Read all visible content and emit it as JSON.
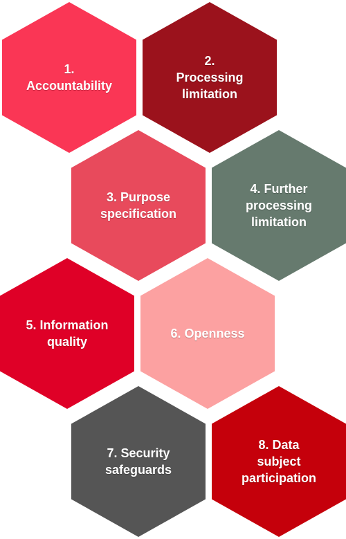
{
  "principles": [
    {
      "label": "1.\nAccountability",
      "color": "#fa3655"
    },
    {
      "label": "2.\nProcessing\nlimitation",
      "color": "#9b121c"
    },
    {
      "label": "3. Purpose\nspecification",
      "color": "#e84a5c"
    },
    {
      "label": "4. Further\nprocessing\nlimitation",
      "color": "#667a6e"
    },
    {
      "label": "5. Information\nquality",
      "color": "#df0027"
    },
    {
      "label": "6. Openness",
      "color": "#fca1a1"
    },
    {
      "label": "7. Security\nsafeguards",
      "color": "#555555"
    },
    {
      "label": "8. Data\nsubject\nparticipation",
      "color": "#c5000b"
    }
  ]
}
